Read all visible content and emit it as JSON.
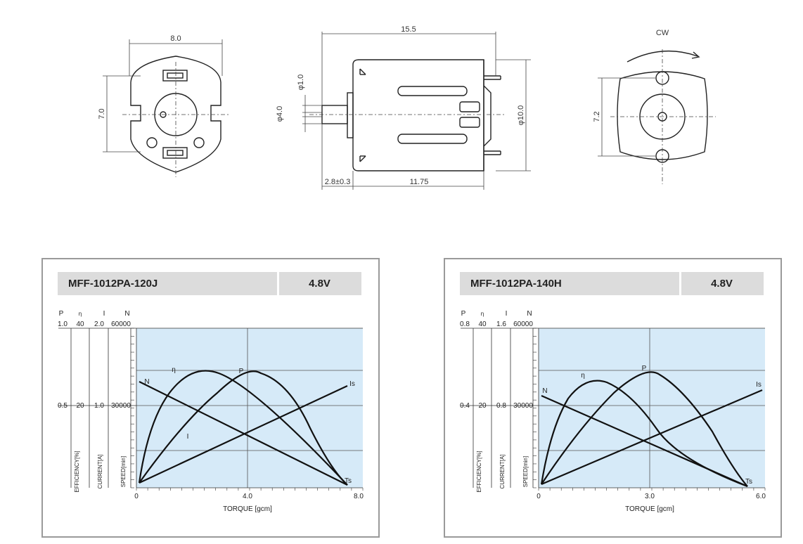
{
  "drawings": {
    "left_view": {
      "width_label": "8.0",
      "height_label": "7.0"
    },
    "side_view": {
      "length_label": "15.5",
      "shaft_label": "φ1.0",
      "shaft_dia_label": "φ4.0",
      "body_dia_label": "φ10.0",
      "shaft_ext_label": "2.8±0.3",
      "body_len_label": "11.75"
    },
    "right_view": {
      "rotation_label": "CW",
      "height_label": "7.2"
    }
  },
  "charts": [
    {
      "model": "MFF-1012PA-120J",
      "voltage": "4.8V",
      "axis_heads": {
        "p": "P",
        "eta": "η",
        "i": "I",
        "n": "N"
      },
      "p_ticks": [
        "1.0",
        "0.5"
      ],
      "eta_ticks": [
        "40",
        "20"
      ],
      "i_ticks": [
        "2.0",
        "1.0"
      ],
      "n_ticks": [
        "60000",
        "30000"
      ],
      "x_ticks": [
        "0",
        "4.0",
        "8.0"
      ],
      "x_title": "TORQUE [gcm]",
      "vertical_labels": {
        "eff": "EFFICIENCY[%]",
        "cur": "CURRENT[A]",
        "spd": "SPEED[min]"
      },
      "curve_labels": {
        "n": "N",
        "eta": "η",
        "p": "P",
        "i": "I",
        "is": "Is",
        "ts": "Ts"
      }
    },
    {
      "model": "MFF-1012PA-140H",
      "voltage": "4.8V",
      "axis_heads": {
        "p": "P",
        "eta": "η",
        "i": "I",
        "n": "N"
      },
      "p_ticks": [
        "0.8",
        "0.4"
      ],
      "eta_ticks": [
        "40",
        "20"
      ],
      "i_ticks": [
        "1.6",
        "0.8"
      ],
      "n_ticks": [
        "60000",
        "30000"
      ],
      "x_ticks": [
        "0",
        "3.0",
        "6.0"
      ],
      "x_title": "TORQUE [gcm]",
      "vertical_labels": {
        "eff": "EFFICIENCY[%]",
        "cur": "CURRENT[A]",
        "spd": "SPEED[min]"
      },
      "curve_labels": {
        "n": "N",
        "eta": "η",
        "p": "P",
        "is": "Is",
        "ts": "Ts"
      }
    }
  ],
  "colors": {
    "plot_bg": "#d6eaf8",
    "grid": "#555555",
    "curve": "#111111",
    "title_bar": "#dcdcdc"
  }
}
